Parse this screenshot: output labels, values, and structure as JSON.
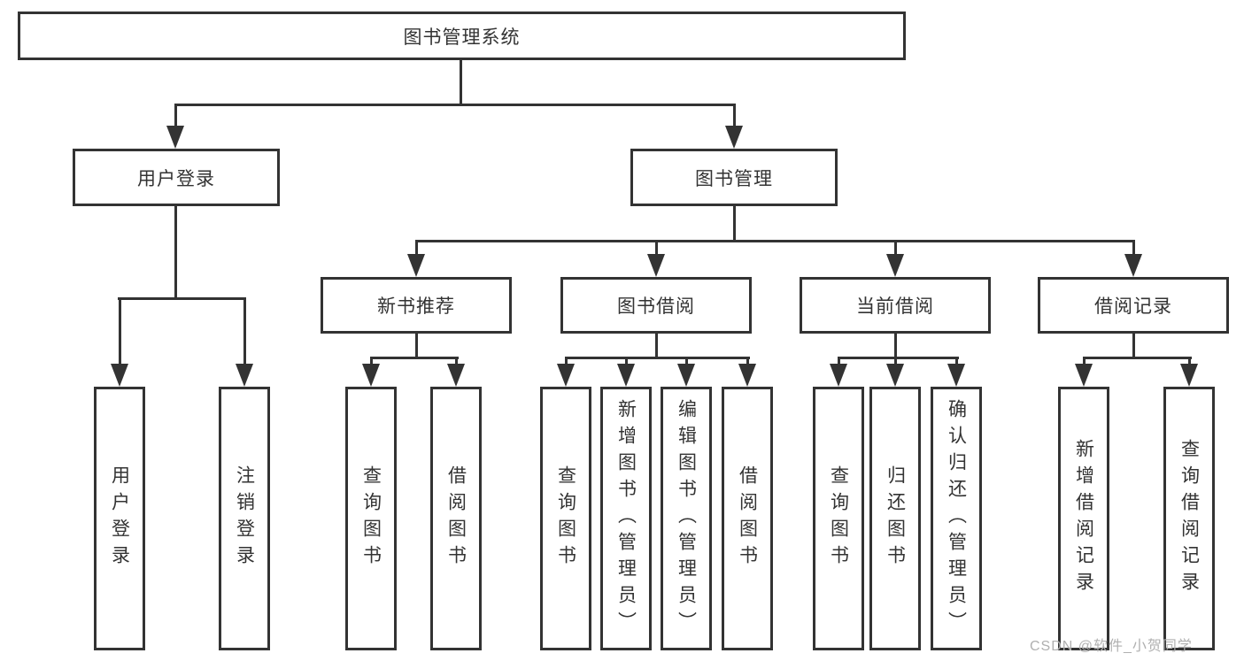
{
  "diagram": {
    "nodes": {
      "root": "图书管理系统",
      "user_login": "用户登录",
      "book_management": "图书管理",
      "new_book_recommendation": "新书推荐",
      "book_borrowing": "图书借阅",
      "current_borrowing": "当前借阅",
      "borrowing_records": "借阅记录"
    },
    "leaves": {
      "user_login": [
        "用户登录",
        "注销登录"
      ],
      "new_book_recommendation": [
        "查询图书",
        "借阅图书"
      ],
      "book_borrowing": [
        "查询图书",
        "新增图书（管理员）",
        "编辑图书（管理员）",
        "借阅图书"
      ],
      "current_borrowing": [
        "查询图书",
        "归还图书",
        "确认归还（管理员）"
      ],
      "borrowing_records": [
        "新增借阅记录",
        "查询借阅记录"
      ]
    },
    "watermark": "CSDN @软件_小贺同学",
    "colors": {
      "line": "#333333",
      "text": "#333333",
      "watermark": "#b0b0b0",
      "background": "#ffffff"
    }
  }
}
